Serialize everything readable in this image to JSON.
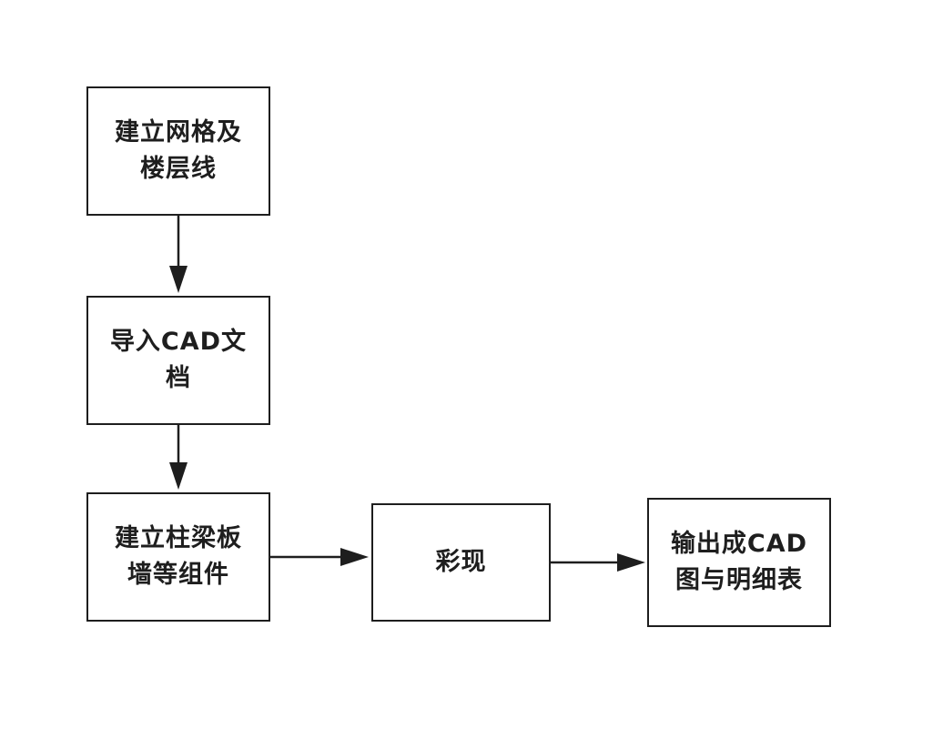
{
  "diagram": {
    "nodes": [
      {
        "id": "n1",
        "lines": [
          "建立网格及",
          "楼层线"
        ]
      },
      {
        "id": "n2",
        "lines": [
          "导入CAD文",
          "档"
        ]
      },
      {
        "id": "n3",
        "lines": [
          "建立柱梁板",
          "墙等组件"
        ]
      },
      {
        "id": "n4",
        "lines": [
          "彩现"
        ]
      },
      {
        "id": "n5",
        "lines": [
          "输出成CAD",
          "图与明细表"
        ]
      }
    ],
    "edges": [
      {
        "from": "n1",
        "to": "n2"
      },
      {
        "from": "n2",
        "to": "n3"
      },
      {
        "from": "n3",
        "to": "n4"
      },
      {
        "from": "n4",
        "to": "n5"
      }
    ],
    "colors": {
      "stroke": "#1e1e1e",
      "background": "#ffffff"
    }
  }
}
